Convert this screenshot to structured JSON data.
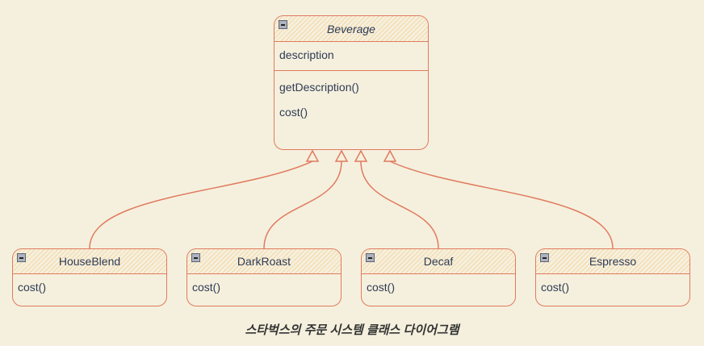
{
  "diagram": {
    "parent": {
      "name": "Beverage",
      "attributes": [
        "description"
      ],
      "methods": [
        "getDescription()",
        "cost()"
      ]
    },
    "children": [
      {
        "name": "HouseBlend",
        "methods": [
          "cost()"
        ]
      },
      {
        "name": "DarkRoast",
        "methods": [
          "cost()"
        ]
      },
      {
        "name": "Decaf",
        "methods": [
          "cost()"
        ]
      },
      {
        "name": "Espresso",
        "methods": [
          "cost()"
        ]
      }
    ],
    "relationship": "generalization",
    "caption": "스타벅스의 주문 시스템 클래스 다이어그램"
  },
  "colors": {
    "stroke": "#e07a5f",
    "background": "#f5f0dd",
    "text": "#2e3b55"
  }
}
